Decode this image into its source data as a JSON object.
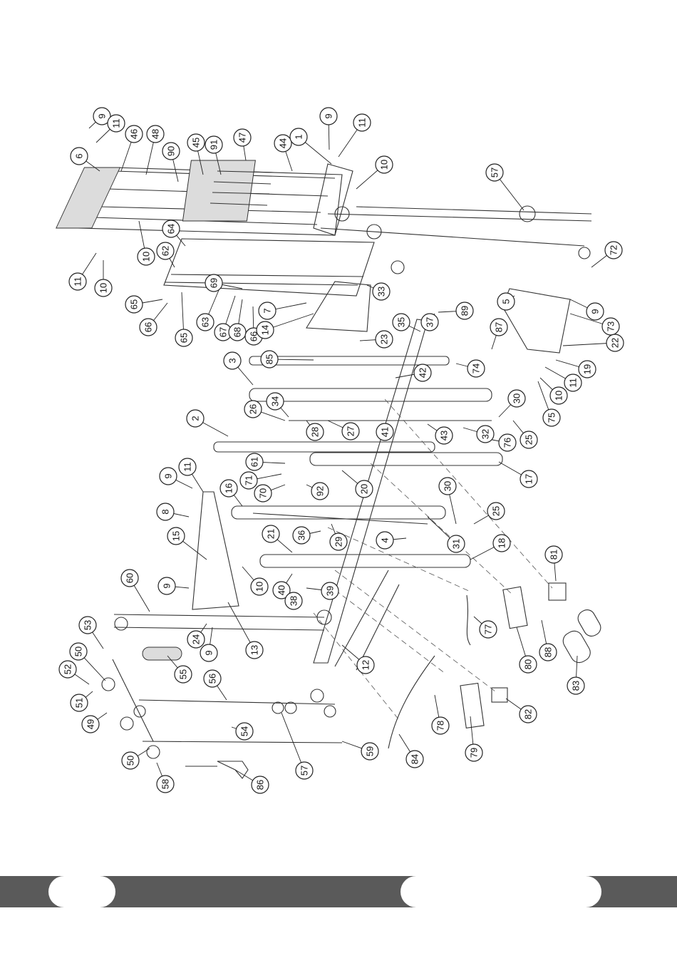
{
  "diagram": {
    "part_numbers": [
      "1",
      "2",
      "3",
      "4",
      "5",
      "6",
      "7",
      "8",
      "9",
      "10",
      "11",
      "12",
      "13",
      "14",
      "15",
      "16",
      "17",
      "18",
      "19",
      "20",
      "21",
      "22",
      "23",
      "24",
      "25",
      "26",
      "27",
      "28",
      "29",
      "30",
      "31",
      "32",
      "33",
      "34",
      "35",
      "36",
      "37",
      "38",
      "39",
      "40",
      "41",
      "42",
      "43",
      "44",
      "45",
      "46",
      "47",
      "48",
      "49",
      "50",
      "51",
      "52",
      "53",
      "54",
      "55",
      "56",
      "57",
      "58",
      "59",
      "60",
      "61",
      "62",
      "63",
      "64",
      "65",
      "66",
      "67",
      "68",
      "69",
      "70",
      "71",
      "72",
      "73",
      "74",
      "75",
      "76",
      "77",
      "78",
      "79",
      "80",
      "81",
      "82",
      "83",
      "84",
      "85",
      "86",
      "87",
      "88",
      "89",
      "90",
      "91",
      "92"
    ]
  },
  "colors": {
    "footer_band": "#5a5a5a",
    "background": "#ffffff",
    "line": "#333333"
  }
}
